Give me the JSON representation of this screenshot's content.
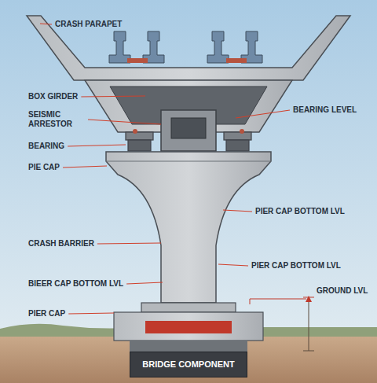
{
  "diagram": {
    "nodes": [
      {
        "text": [
          "BRIDGE COMPONENT"
        ]
      }
    ],
    "labels": [
      "CRASH PARAPET",
      "BOX GIRDER",
      "SEISMIC ARRESTOR",
      "BEARING",
      "PIE CAP",
      "CRASH BARRIER",
      "BIEER CAP BOTTOM LVL",
      "PIER CAP",
      "BEARING LEVEL",
      "PIER CAP BOTTOM LVL",
      "PIER CAP BOTTOM LVL",
      "GROUND LVL"
    ]
  }
}
